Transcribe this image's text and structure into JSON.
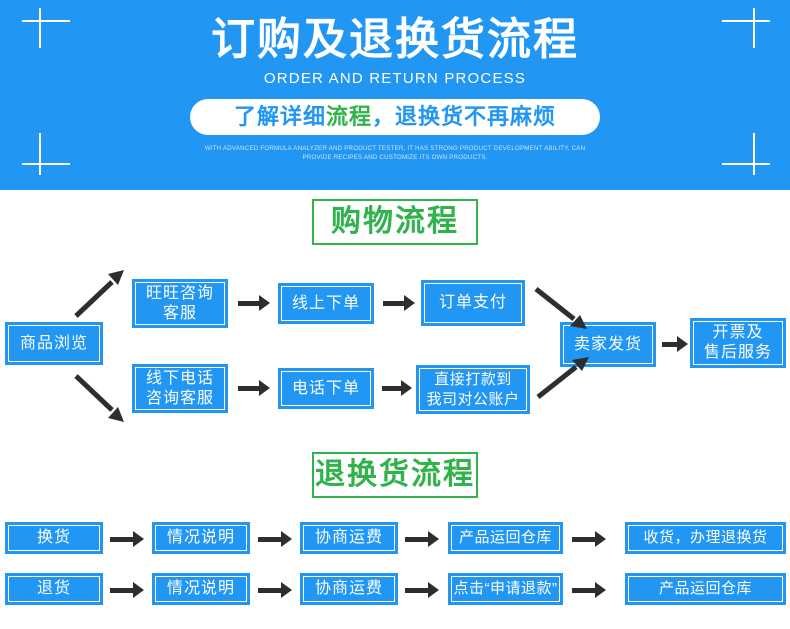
{
  "banner": {
    "title": "订购及退换货流程",
    "subtitle": "ORDER AND RETURN PROCESS",
    "pill_part1": "了解详细",
    "pill_highlight": "流程",
    "pill_part2": "，退换货不再麻烦",
    "note": "WITH ADVANCED FORMULA ANALYZER AND PRODUCT TESTER, IT HAS STRONG PRODUCT DEVELOPMENT ABILITY, CAN PROVIDE RECIPES AND CUSTOMIZE ITS OWN PRODUCTS.",
    "colors": {
      "background": "#2196F3",
      "title_text": "#ffffff",
      "pill_background": "#ffffff",
      "pill_blue": "#2196F3",
      "pill_green": "#2FB34A"
    }
  },
  "shopping_section": {
    "heading": "购物流程",
    "heading_color": "#2FB34A",
    "nodes": {
      "browse": "商品浏览",
      "wangwang": "旺旺咨询\n客服",
      "online_order": "线上下单",
      "order_pay": "订单支付",
      "offline_phone": "线下电话\n咨询客服",
      "phone_order": "电话下单",
      "direct_transfer": "直接打款到\n我司对公账户",
      "seller_ship": "卖家发货",
      "invoice_service": "开票及\n售后服务"
    }
  },
  "return_section": {
    "heading": "退换货流程",
    "heading_color": "#2FB34A",
    "rows": [
      {
        "name": "exchange-row",
        "steps": [
          "换货",
          "情况说明",
          "协商运费",
          "产品运回仓库",
          "收货，办理退换货"
        ]
      },
      {
        "name": "refund-row",
        "steps": [
          "退货",
          "情况说明",
          "协商运费",
          "点击“申请退款”",
          "产品运回仓库"
        ]
      }
    ]
  },
  "theme": {
    "node_fill": "#2196F3",
    "node_text": "#ffffff",
    "arrow_color": "#2e2e2e",
    "page_background": "#ffffff"
  }
}
